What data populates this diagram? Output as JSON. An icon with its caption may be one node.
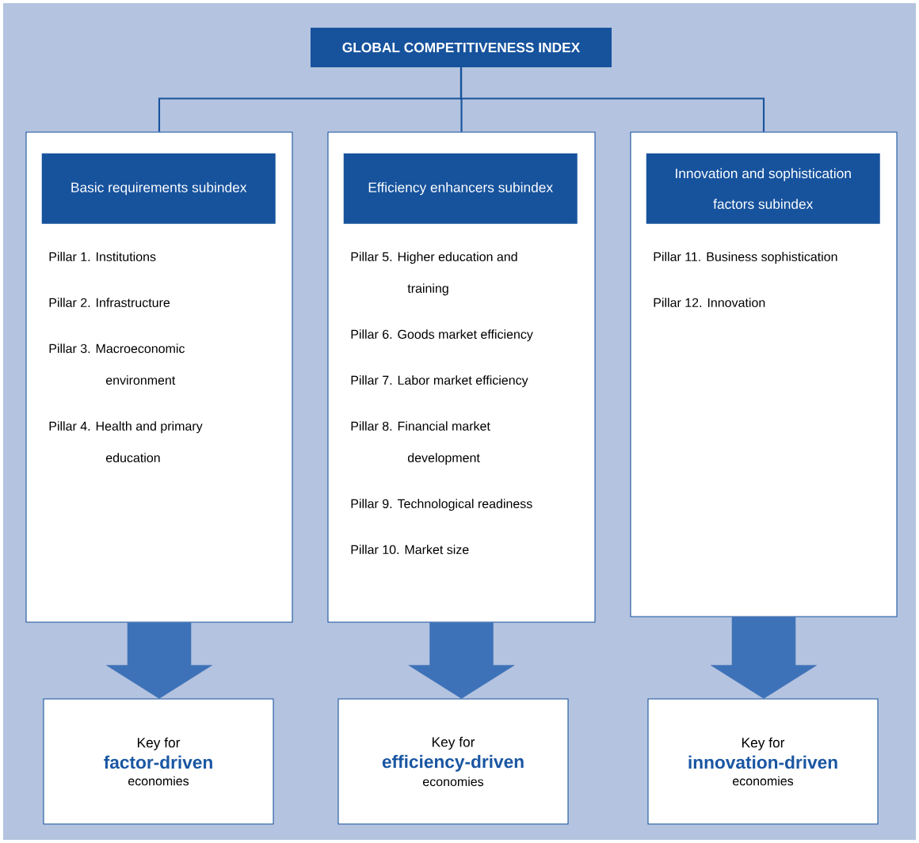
{
  "diagram": {
    "nodes": [
      {
        "text": [
          "GLOBAL COMPETITIVENESS INDEX"
        ]
      },
      {
        "text": [
          "Pillar 1. Institutions",
          "Pillar 2. Infrastructure",
          "Pillar 3. Macroeconomic environment",
          "Pillar 4. Health and primary education"
        ]
      },
      {
        "text": [
          "Basic requirements subindex"
        ],
        "in": 1
      },
      {
        "text": [
          "Pillar 5. Higher education and training",
          "Pillar 6. Goods market efficiency",
          "Pillar 7. Labor market efficiency",
          "Pillar 8. Financial market development",
          "Pillar 9. Technological readiness",
          "Pillar 10. Market size"
        ]
      },
      {
        "text": [
          "Efficiency enhancers subindex"
        ],
        "in": 3
      },
      {
        "text": [
          "Pillar 11. Business sophistication",
          "Pillar 12. Innovation"
        ]
      },
      {
        "text": [
          "Innovation and sophistication factors subindex"
        ],
        "in": 5
      },
      {
        "text": [
          "Key for",
          "factor-driven",
          "economies"
        ]
      },
      {
        "text": [
          "Key for",
          "efficiency-driven",
          "economies"
        ]
      },
      {
        "text": [
          "Key for",
          "innovation-driven",
          "economies"
        ]
      }
    ],
    "edges": [
      {
        "from": 0,
        "to": 1,
        "arrow": "none"
      },
      {
        "from": 0,
        "to": 3,
        "arrow": "none"
      },
      {
        "from": 0,
        "to": 5,
        "arrow": "none"
      },
      {
        "from": 1,
        "to": 7,
        "arrow": "to",
        "style": "thick"
      },
      {
        "from": 3,
        "to": 8,
        "arrow": "to",
        "style": "thick"
      },
      {
        "from": 5,
        "to": 9,
        "arrow": "to",
        "style": "thick"
      }
    ]
  }
}
